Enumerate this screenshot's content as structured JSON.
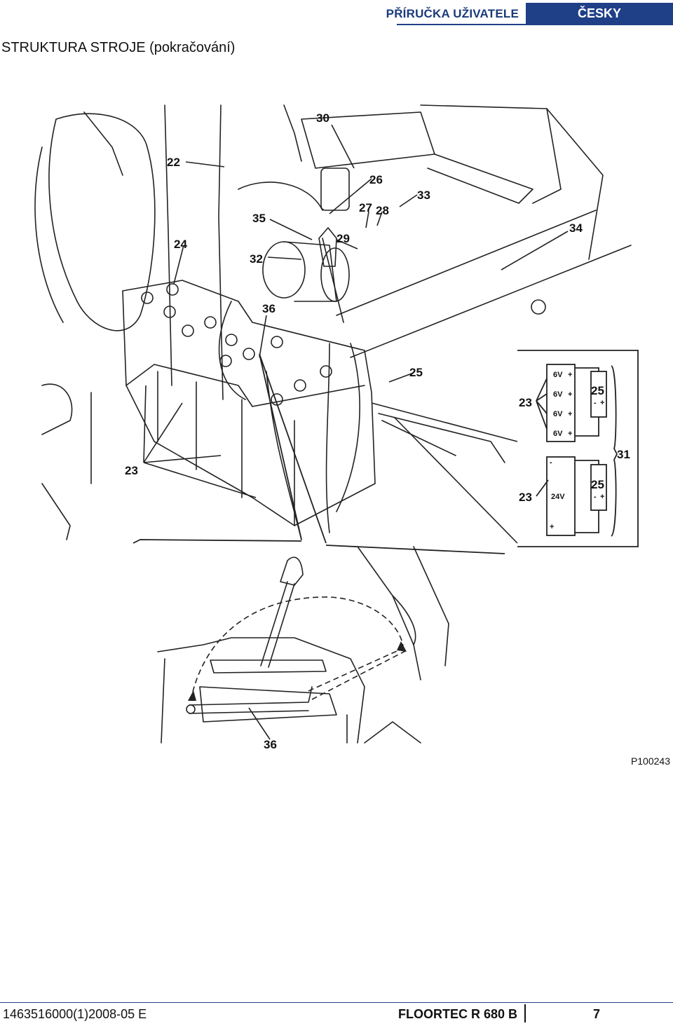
{
  "header": {
    "manual_label": "PŘÍRUČKA UŽIVATELE",
    "language": "ČESKY"
  },
  "section_title": "STRUKTURA STROJE (pokračování)",
  "figure": {
    "code": "P100243",
    "callouts": {
      "c22": "22",
      "c30": "30",
      "c26": "26",
      "c33": "33",
      "c27": "27",
      "c28": "28",
      "c35": "35",
      "c34": "34",
      "c24": "24",
      "c29": "29",
      "c32": "32",
      "c36a": "36",
      "c25a": "25",
      "c23a": "23",
      "c31": "31",
      "c23b": "23",
      "c25b": "25",
      "c25c": "25",
      "c23c": "23",
      "c36b": "36"
    },
    "wiring": {
      "v1": "6V",
      "v2": "6V",
      "v3": "6V",
      "v4": "6V",
      "v24": "24V",
      "plus": "+",
      "minus": "-"
    }
  },
  "footer": {
    "doc_number": "1463516000(1)2008-05 E",
    "product": "FLOORTEC R 680 B",
    "page": "7"
  }
}
